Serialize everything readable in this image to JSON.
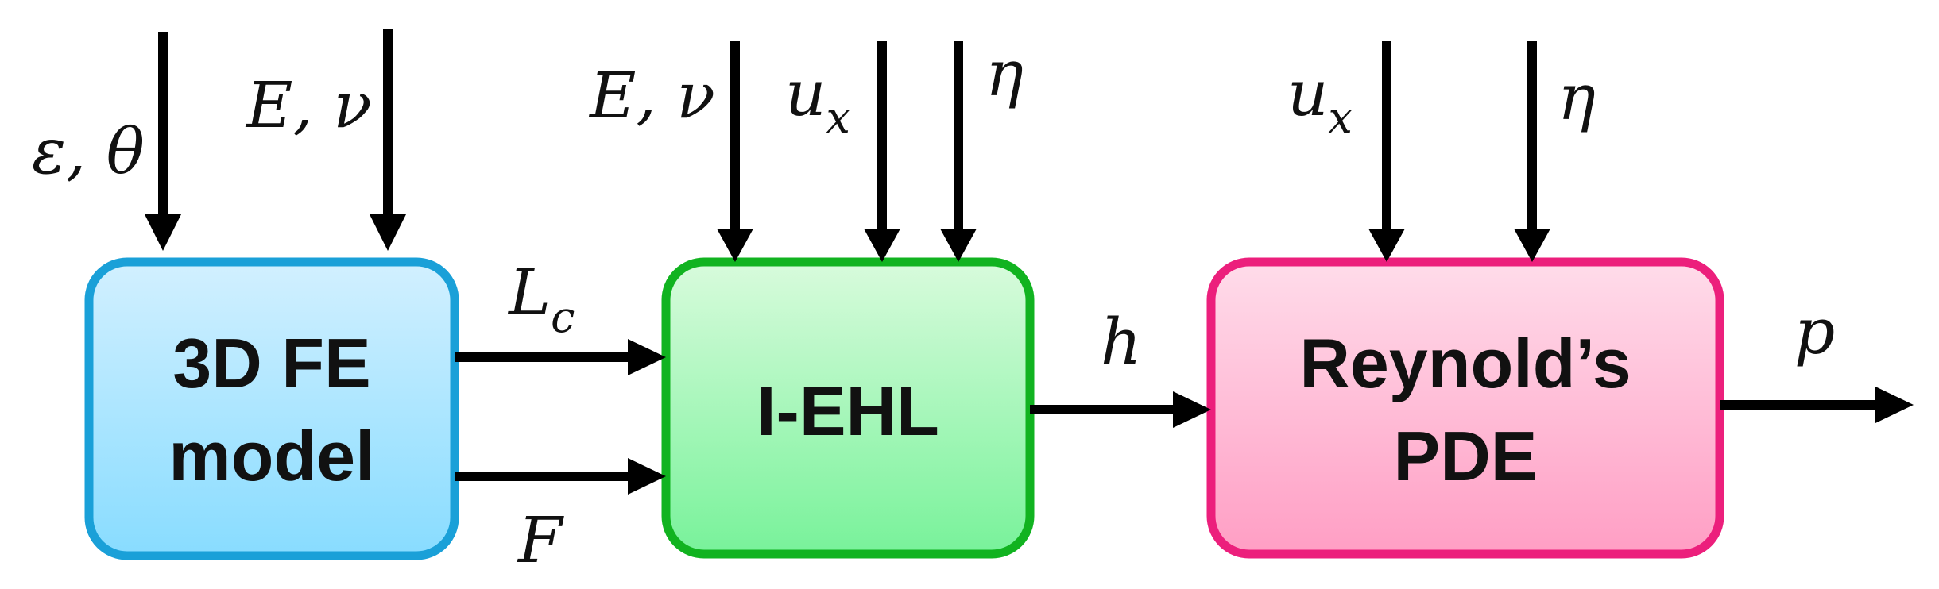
{
  "colors": {
    "fe_border": "#1aa0d8",
    "fe_fill_top": "#d2f0ff",
    "fe_fill_bottom": "#88dcff",
    "ehl_border": "#11b320",
    "ehl_fill_top": "#d8fbdc",
    "ehl_fill_bottom": "#78f29a",
    "pde_border": "#ec1f7c",
    "pde_fill_top": "#ffdcea",
    "pde_fill_bottom": "#ff9ec4",
    "arrow": "#000000"
  },
  "blocks": {
    "fe_model": {
      "line1": "3D FE",
      "line2": "model"
    },
    "iehl": {
      "line1": "I-EHL"
    },
    "reynolds": {
      "line1": "Reynold’s",
      "line2": "PDE"
    }
  },
  "inputs": {
    "fe_strain_theta": {
      "main": "ε, θ"
    },
    "fe_modulus": {
      "main": "E, ν"
    },
    "iehl_modulus": {
      "main": "E, ν"
    },
    "iehl_velocity": {
      "main": "u",
      "sub": "x"
    },
    "iehl_viscosity": {
      "main": "η"
    },
    "pde_velocity": {
      "main": "u",
      "sub": "x"
    },
    "pde_viscosity": {
      "main": "η"
    }
  },
  "signals": {
    "contact_length": {
      "main": "L",
      "sub": "c"
    },
    "force": {
      "main": "F"
    },
    "film_thickness": {
      "main": "h"
    },
    "pressure": {
      "main": "p"
    }
  }
}
